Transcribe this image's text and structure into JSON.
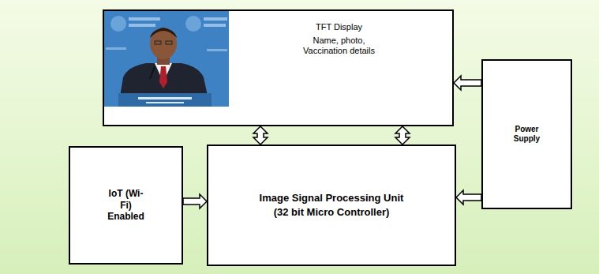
{
  "diagram": {
    "nodes": [
      {
        "text": [
          "TFT Display",
          "Name, photo, Vaccination details"
        ]
      },
      {
        "text": [
          "Power Supply"
        ]
      },
      {
        "text": [
          "IoT (Wi-Fi) Enabled"
        ]
      },
      {
        "text": [
          "Image Signal Processing Unit",
          "(32 bit Micro Controller)"
        ]
      }
    ],
    "edges": [
      {
        "from": 0,
        "to": 3,
        "arrow": "both"
      },
      {
        "from": 0,
        "to": 3,
        "arrow": "both"
      },
      {
        "from": 2,
        "to": 3,
        "arrow": "to"
      },
      {
        "from": 1,
        "to": 0,
        "arrow": "to"
      },
      {
        "from": 1,
        "to": 3,
        "arrow": "to"
      }
    ]
  }
}
